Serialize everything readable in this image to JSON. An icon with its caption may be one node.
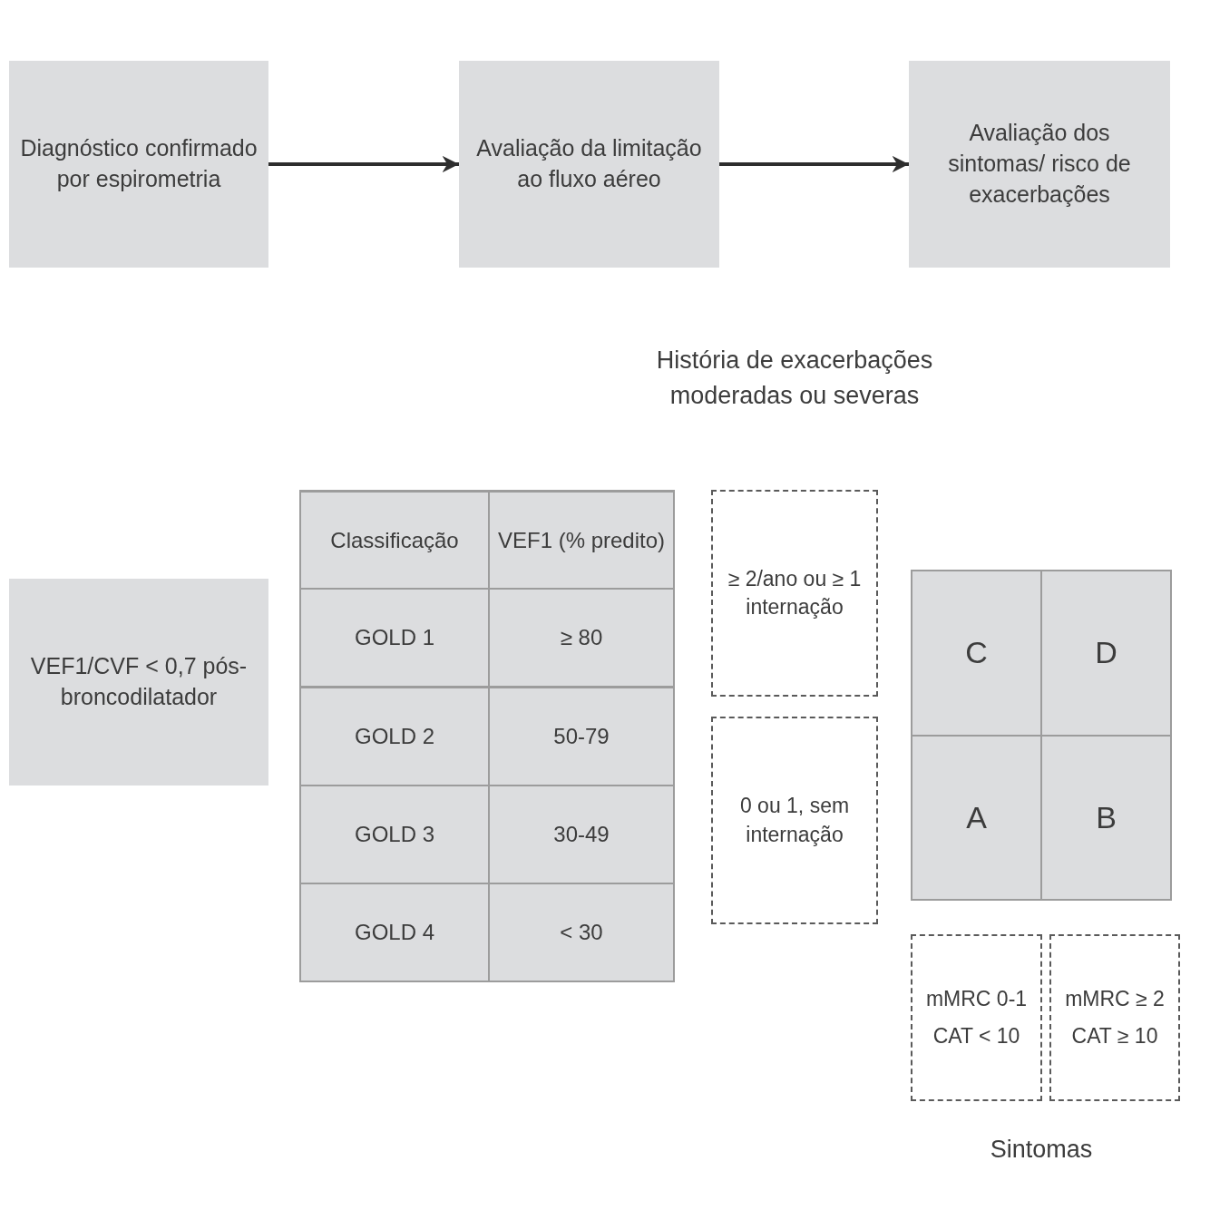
{
  "diagram": {
    "nodes": [
      {
        "text": [
          "Diagnóstico confirmado por espirometria"
        ]
      },
      {
        "text": [
          "Avaliação da limitação ao fluxo aéreo"
        ]
      },
      {
        "text": [
          "Avaliação dos sintomas/ risco de exacerbações"
        ]
      },
      {
        "text": [
          "VEF1/CVF < 0,7 pós-broncodilatador"
        ]
      },
      {
        "text": [
          "≥ 2/ano ou ≥ 1 internação"
        ]
      },
      {
        "text": [
          "0 ou 1, sem internação"
        ]
      },
      {
        "text": [
          "C"
        ]
      },
      {
        "text": [
          "D"
        ]
      },
      {
        "text": [
          "A"
        ]
      },
      {
        "text": [
          "B"
        ]
      },
      {
        "text": [
          "mMRC 0-1",
          "CAT < 10"
        ]
      },
      {
        "text": [
          "mMRC ≥ 2",
          "CAT ≥ 10"
        ]
      }
    ],
    "edges": [
      {
        "from": 0,
        "to": 1,
        "arrow": "to"
      },
      {
        "from": 1,
        "to": 2,
        "arrow": "to"
      }
    ],
    "labels": [
      "História de exacerbações moderadas ou severas",
      "Classificação",
      "VEF1 (% predito)",
      "GOLD 1",
      "≥ 80",
      "GOLD 2",
      "50-79",
      "GOLD 3",
      "30-49",
      "GOLD 4",
      "< 30",
      "Sintomas"
    ]
  }
}
